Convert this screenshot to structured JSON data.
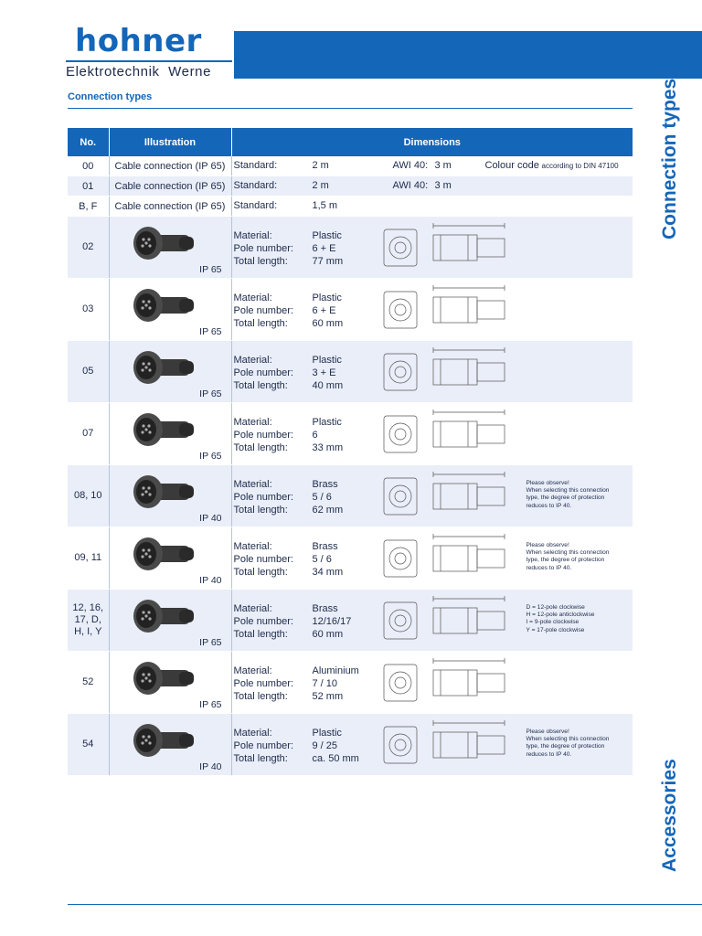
{
  "header": {
    "logo_word": "hohner",
    "logo_sub": "Elektrotechnik  Werne"
  },
  "side": {
    "title": "Connection types",
    "accessories": "Accessories"
  },
  "section_title": "Connection types",
  "table": {
    "headers": {
      "no": "No.",
      "illustration": "Illustration",
      "dimensions": "Dimensions"
    },
    "short_rows": [
      {
        "no": "00",
        "illustration": "Cable connection (IP 65)",
        "std_label": "Standard:",
        "std_val": "2 m",
        "awi_label": "AWI 40:",
        "awi_val": "3 m",
        "colour_label": "Colour code",
        "colour_note": "according to DIN 47100"
      },
      {
        "no": "01",
        "illustration": "Cable connection (IP 65)",
        "std_label": "Standard:",
        "std_val": "2 m",
        "awi_label": "AWI 40:",
        "awi_val": "3 m",
        "colour_label": "",
        "colour_note": ""
      },
      {
        "no": "B, F",
        "illustration": "Cable connection (IP 65)",
        "std_label": "Standard:",
        "std_val": "1,5 m",
        "awi_label": "",
        "awi_val": "",
        "colour_label": "",
        "colour_note": ""
      }
    ],
    "spec_labels": {
      "material": "Material:",
      "poles": "Pole number:",
      "length": "Total length:"
    },
    "rows": [
      {
        "no": "02",
        "ip": "IP 65",
        "material": "Plastic",
        "poles": "6 + E",
        "length": "77 mm",
        "note": []
      },
      {
        "no": "03",
        "ip": "IP 65",
        "material": "Plastic",
        "poles": "6 + E",
        "length": "60 mm",
        "note": []
      },
      {
        "no": "05",
        "ip": "IP 65",
        "material": "Plastic",
        "poles": "3 + E",
        "length": "40 mm",
        "note": []
      },
      {
        "no": "07",
        "ip": "IP 65",
        "material": "Plastic",
        "poles": "6",
        "length": "33 mm",
        "note": []
      },
      {
        "no": "08, 10",
        "ip": "IP 40",
        "material": "Brass",
        "poles": "5 / 6",
        "length": "62 mm",
        "note": [
          "Please observe!",
          "When selecting this connection",
          "type, the degree of protection",
          "reduces to IP 40."
        ]
      },
      {
        "no": "09, 11",
        "ip": "IP 40",
        "material": "Brass",
        "poles": "5 / 6",
        "length": "34 mm",
        "note": [
          "Please observe!",
          "When selecting this connection",
          "type, the degree of protection",
          "reduces to IP 40."
        ]
      },
      {
        "no": "12, 16,\n17, D,\nH, I, Y",
        "ip": "IP 65",
        "material": "Brass",
        "poles": "12/16/17",
        "length": "60 mm",
        "note": [
          "D = 12-pole clockwise",
          "H = 12-pole anticlockwise",
          "I = 9-pole clockwise",
          "Y = 17-pole clockwise"
        ]
      },
      {
        "no": "52",
        "ip": "IP 65",
        "material": "Aluminium",
        "poles": "7 / 10",
        "length": "52 mm",
        "note": []
      },
      {
        "no": "54",
        "ip": "IP 40",
        "material": "Plastic",
        "poles": "9 / 25",
        "length": "ca. 50 mm",
        "note": [
          "Please observe!",
          "When selecting this connection",
          "type, the degree of protection",
          "reduces to IP 40."
        ]
      }
    ]
  },
  "colors": {
    "brand_blue": "#1466b8",
    "row_shade": "#e9eef8",
    "text": "#1d2a4a"
  }
}
